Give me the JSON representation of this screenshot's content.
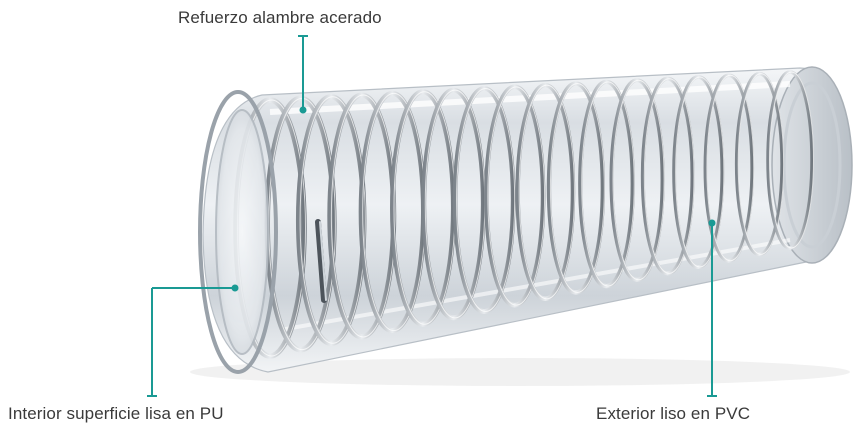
{
  "diagram": {
    "accent_color": "#1a9a94",
    "callouts": [
      {
        "id": "reinforcement",
        "text": "Refuerzo alambre acerado"
      },
      {
        "id": "interior",
        "text": "Interior superficie lisa en PU"
      },
      {
        "id": "exterior",
        "text": "Exterior liso en PVC"
      }
    ]
  }
}
